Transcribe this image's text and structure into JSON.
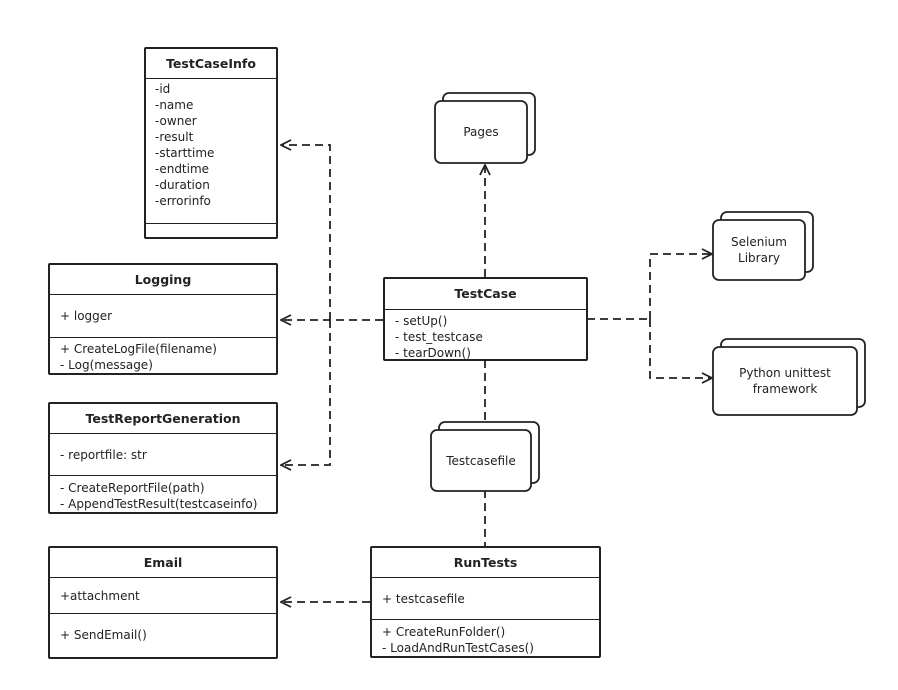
{
  "classes": {
    "test_case_info": {
      "name": "TestCaseInfo",
      "attributes": [
        "-id",
        "-name",
        "-owner",
        "-result",
        "-starttime",
        "-endtime",
        "-duration",
        "-errorinfo"
      ],
      "methods": []
    },
    "logging": {
      "name": "Logging",
      "attributes": [
        "+ logger"
      ],
      "methods": [
        "+ CreateLogFile(filename)",
        "- Log(message)"
      ]
    },
    "test_report_generation": {
      "name": "TestReportGeneration",
      "attributes": [
        "- reportfile: str"
      ],
      "methods": [
        "- CreateReportFile(path)",
        "- AppendTestResult(testcaseinfo)"
      ]
    },
    "email": {
      "name": "Email",
      "attributes": [
        "+attachment"
      ],
      "methods": [
        "+ SendEmail()"
      ]
    },
    "test_case": {
      "name": "TestCase",
      "attributes": [],
      "methods": [
        "- setUp()",
        "- test_testcase",
        "- tearDown()"
      ]
    },
    "run_tests": {
      "name": "RunTests",
      "attributes": [
        "+ testcasefile"
      ],
      "methods": [
        "+ CreateRunFolder()",
        "- LoadAndRunTestCases()"
      ]
    }
  },
  "documents": {
    "pages": "Pages",
    "selenium": [
      "Selenium",
      "Library"
    ],
    "unittest": [
      "Python unittest",
      "framework"
    ],
    "testcasefile": "Testcasefile"
  },
  "style": {
    "stroke": "#222222",
    "background": "#ffffff"
  }
}
